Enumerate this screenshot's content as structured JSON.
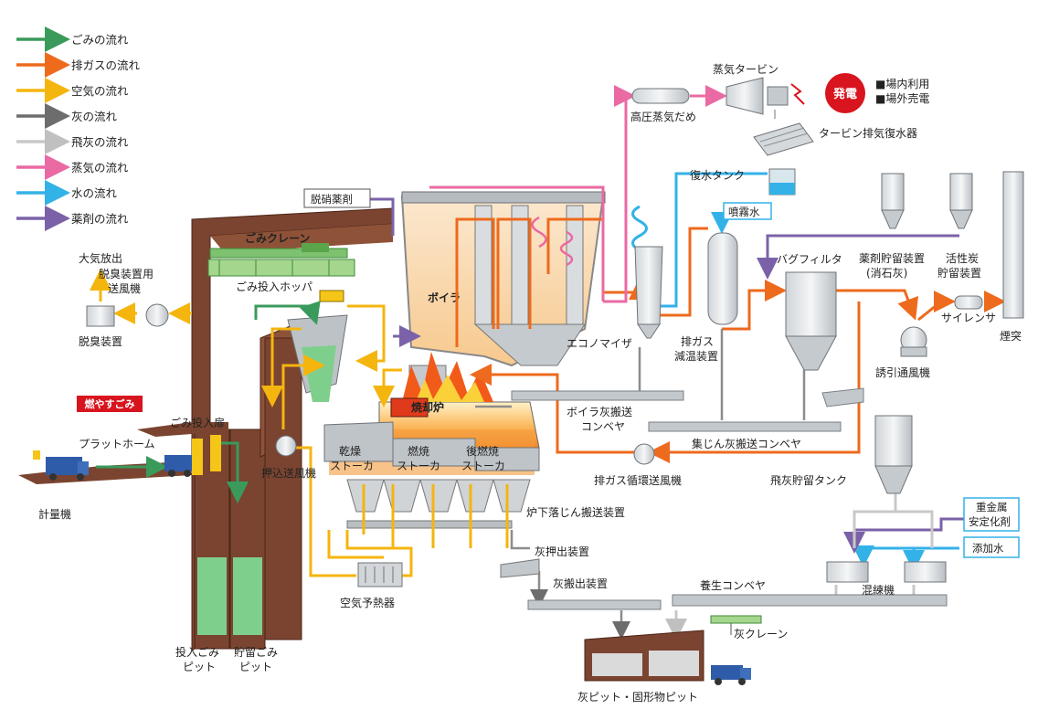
{
  "colors": {
    "refuse": "#3a9a5c",
    "exhaust_gas": "#ee6a1c",
    "air": "#f5b50f",
    "ash": "#6d6d6d",
    "fly_ash": "#c8c8c8",
    "steam": "#ea6aa3",
    "water": "#33b2e8",
    "chemical": "#7b62a8",
    "building": "#6b3a2a",
    "power": "#d8141e",
    "fire": "#f28a1e"
  },
  "legend": [
    {
      "label": "ごみの流れ",
      "color": "#3a9a5c"
    },
    {
      "label": "排ガスの流れ",
      "color": "#ee6a1c"
    },
    {
      "label": "空気の流れ",
      "color": "#f5b50f"
    },
    {
      "label": "灰の流れ",
      "color": "#6d6d6d"
    },
    {
      "label": "飛灰の流れ",
      "color": "#c8c8c8"
    },
    {
      "label": "蒸気の流れ",
      "color": "#ea6aa3"
    },
    {
      "label": "水の流れ",
      "color": "#33b2e8"
    },
    {
      "label": "薬剤の流れ",
      "color": "#7b62a8"
    }
  ],
  "labels": {
    "steam_turbine": "蒸気タービン",
    "power_gen": "発電",
    "onsite_use": "■場内利用",
    "offsite_sale": "■場外売電",
    "hp_steam_header": "高圧蒸気だめ",
    "turbine_condenser": "タービン排気復水器",
    "condensate_tank": "復水タンク",
    "denox_agent": "脱硝薬剤",
    "water_spray": "噴霧水",
    "refuse_crane": "ごみクレーン",
    "atmosphere_release": "大気放出",
    "deodor_fan_1": "脱臭装置用",
    "deodor_fan_2": "送風機",
    "deodorizer": "脱臭装置",
    "refuse_hopper": "ごみ投入ホッパ",
    "boiler": "ボイラ",
    "economizer": "エコノマイザ",
    "gas_cooling_1": "排ガス",
    "gas_cooling_2": "減温装置",
    "bag_filter": "バグフィルタ",
    "chem_storage_1": "薬剤貯留装置",
    "chem_storage_2": "(消石灰)",
    "ac_storage_1": "活性炭",
    "ac_storage_2": "貯留装置",
    "silencer": "サイレンサ",
    "stack": "煙突",
    "id_fan": "誘引通風機",
    "burnable_refuse": "燃やすごみ",
    "refuse_door": "ごみ投入扉",
    "platform": "プラットホーム",
    "weighbridge": "計量機",
    "forced_fan": "押込送風機",
    "furnace": "焼却炉",
    "drying_stoker_1": "乾燥",
    "drying_stoker_2": "ストーカ",
    "combustion_stoker_1": "燃焼",
    "combustion_stoker_2": "ストーカ",
    "post_stoker_1": "後燃焼",
    "post_stoker_2": "ストーカ",
    "boiler_ash_conveyor_1": "ボイラ灰搬送",
    "boiler_ash_conveyor_2": "コンベヤ",
    "dust_conveyor": "集じん灰搬送コンベヤ",
    "gas_recirc_fan": "排ガス循環送風機",
    "fly_ash_tank": "飛灰貯留タンク",
    "siftings_conveyor": "炉下落じん搬送装置",
    "ash_extruder": "灰押出装置",
    "ash_discharge": "灰搬出装置",
    "air_preheater": "空気予熱器",
    "heavy_metal_1": "重金属",
    "heavy_metal_2": "安定化剤",
    "added_water": "添加水",
    "kneader": "混練機",
    "stabilized_conveyor": "養生コンベヤ",
    "ash_crane": "灰クレーン",
    "input_pit_1": "投入ごみ",
    "input_pit_2": "ピット",
    "storage_pit_1": "貯留ごみ",
    "storage_pit_2": "ピット",
    "ash_pit": "灰ピット・固形物ピット"
  }
}
